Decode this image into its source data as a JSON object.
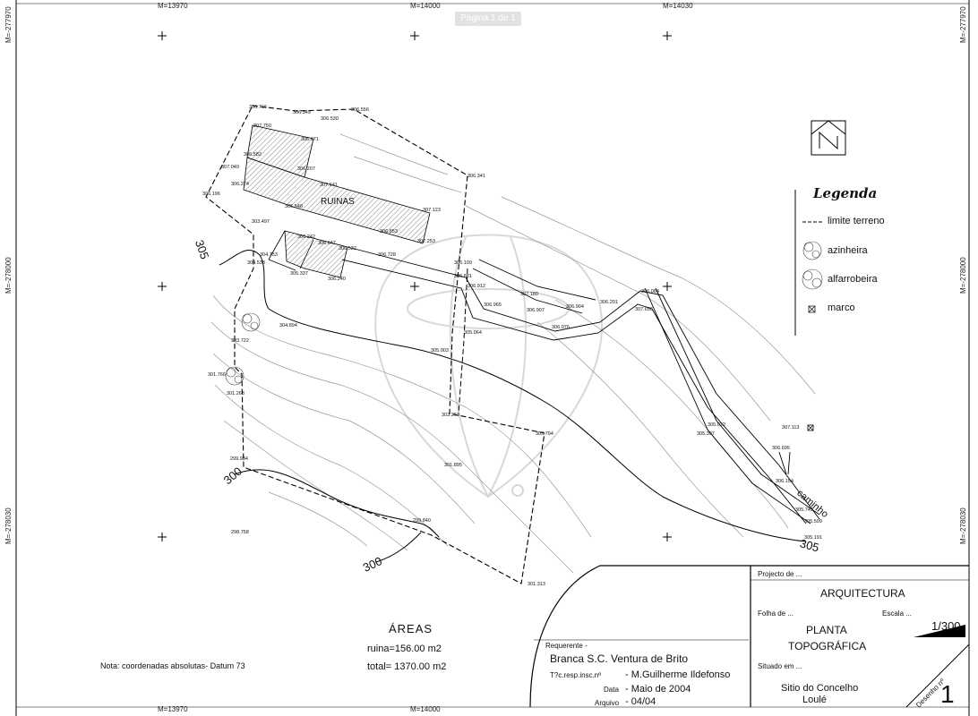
{
  "viewer": {
    "page_indicator": "Página 1 de 1"
  },
  "grid": {
    "top_coords": [
      "M=13970",
      "M=14000",
      "M=14030"
    ],
    "bottom_coords": [
      "M=13970",
      "M=14000"
    ],
    "left_coords": [
      "M=-277970",
      "M=-278000",
      "M=-278030"
    ],
    "right_coords": [
      "M=-277970",
      "M=-278000",
      "M=-278030"
    ]
  },
  "plan": {
    "ruinas_label": "RUINAS",
    "contour_labels": [
      "305",
      "300",
      "300",
      "305"
    ],
    "caminho_label": "caminho",
    "elevations": [
      "306.716",
      "306.349",
      "306.530",
      "306.556",
      "307.750",
      "306.671",
      "306.582",
      "307.049",
      "306.207",
      "306.274",
      "307.641",
      "306.196",
      "306.548",
      "307.123",
      "303.497",
      "306.853",
      "307.253",
      "306.242",
      "306.647",
      "306.532",
      "304.753",
      "306.728",
      "304.538",
      "305.337",
      "306.240",
      "306.341",
      "306.109",
      "306.881",
      "306.912",
      "307.180",
      "306.904",
      "306.201",
      "306.064",
      "306.965",
      "306.907",
      "307.656",
      "306.076",
      "304.894",
      "303.722",
      "305.064",
      "305.003",
      "301.766",
      "301.268",
      "303.263",
      "303.794",
      "305.022",
      "305.397",
      "301.895",
      "307.113",
      "306.695",
      "299.934",
      "306.154",
      "305.749",
      "305.509",
      "299.840",
      "298.758",
      "305.191",
      "301.313"
    ]
  },
  "legend": {
    "title": "Legenda",
    "items": [
      "limite terreno",
      "azinheira",
      "alfarrobeira",
      "marco"
    ]
  },
  "areas": {
    "title": "ÁREAS",
    "ruina": "ruina=156.00 m2",
    "total": "total= 1370.00 m2"
  },
  "note": "Nota: coordenadas absolutas- Datum 73",
  "title_block": {
    "requerente_label": "Requerente -",
    "requerente_value": "Branca S.C. Ventura de Brito",
    "tecnico_label": "T?c.resp.insc.nº",
    "tecnico_value": "- M.Guilherme Ildefonso",
    "data_label": "Data",
    "data_value": "- Maio de 2004",
    "arquivo_label": "Arquivo",
    "arquivo_value": "- 04/04",
    "projecto_label": "Projecto de ...",
    "projecto_value": "ARQUITECTURA",
    "folha_label": "Folha de ...",
    "escala_label": "Escala ...",
    "escala_value": "1/300",
    "folha_value_1": "PLANTA",
    "folha_value_2": "TOPOGRÁFICA",
    "situado_label": "Situado em ...",
    "situado_value_1": "Sitio do Concelho",
    "situado_value_2": "Loulé",
    "desenho_label": "Desenho nº",
    "desenho_value": "1"
  }
}
